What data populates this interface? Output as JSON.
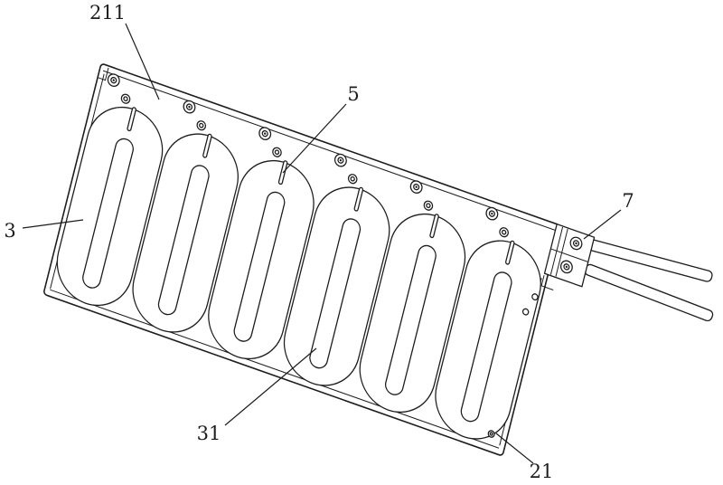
{
  "figure": {
    "background": "#ffffff",
    "line_color": "#1d1d1d",
    "reference_labels": {
      "n211": "211",
      "n5": "5",
      "n3": "3",
      "n31": "31",
      "n21": "21",
      "n7": "7"
    }
  }
}
